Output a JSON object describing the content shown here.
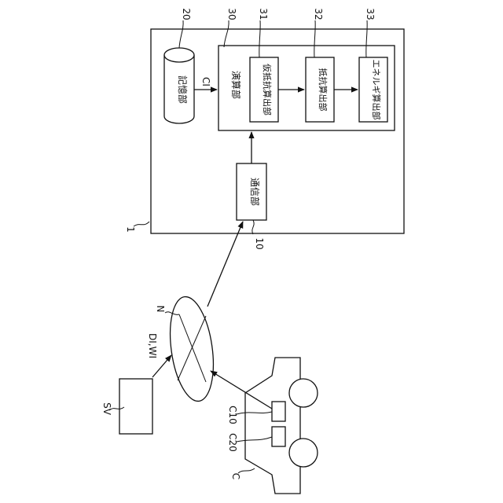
{
  "diagram": {
    "reference_labels": {
      "system": "1",
      "communication_unit": "10",
      "storage_unit": "20",
      "computation_unit": "30",
      "provisional_resistance_unit": "31",
      "resistance_unit": "32",
      "energy_unit": "33",
      "network": "N",
      "server": "SV",
      "vehicle": "C",
      "vehicle_device_1": "C10",
      "vehicle_device_2": "C20"
    },
    "blocks": {
      "storage": "記憶部",
      "computation": "演算部",
      "provisional_resistance": "仮抵抗算出部",
      "resistance": "抵抗算出部",
      "energy": "エネルギ算出部",
      "communication": "通信部"
    },
    "signals": {
      "storage_to_computation": "CI",
      "server_to_network": "DI,WI"
    }
  }
}
